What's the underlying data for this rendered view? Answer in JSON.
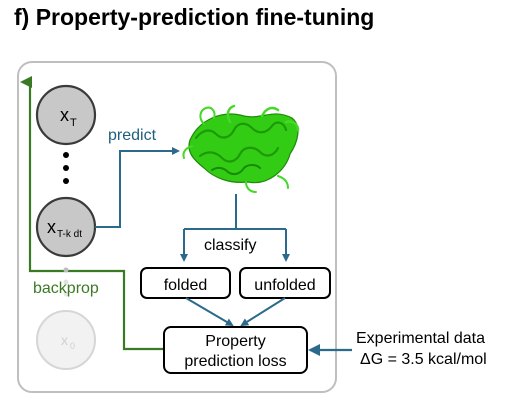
{
  "panel": {
    "title": "f)  Property-prediction fine-tuning"
  },
  "nodes": {
    "x_t": {
      "main": "x",
      "sub": "T"
    },
    "x_tk": {
      "main": "x",
      "sub": "T-k dt"
    },
    "x_0": {
      "main": "x",
      "sub": "0"
    }
  },
  "labels": {
    "predict": "predict",
    "backprop": "backprop",
    "classify": "classify",
    "folded": "folded",
    "unfolded": "unfolded",
    "loss_line1": "Property",
    "loss_line2": "prediction loss",
    "exp_line1": "Experimental data",
    "exp_line2": "ΔG = 3.5 kcal/mol"
  },
  "colors": {
    "blue_arrow": "#2b6a8a",
    "green_arrow": "#3b7a24",
    "backprop_text": "#3b7a24",
    "predict_text": "#1f5f7f",
    "node_fill": "#c8c8c8",
    "protein": "#33cc14"
  }
}
